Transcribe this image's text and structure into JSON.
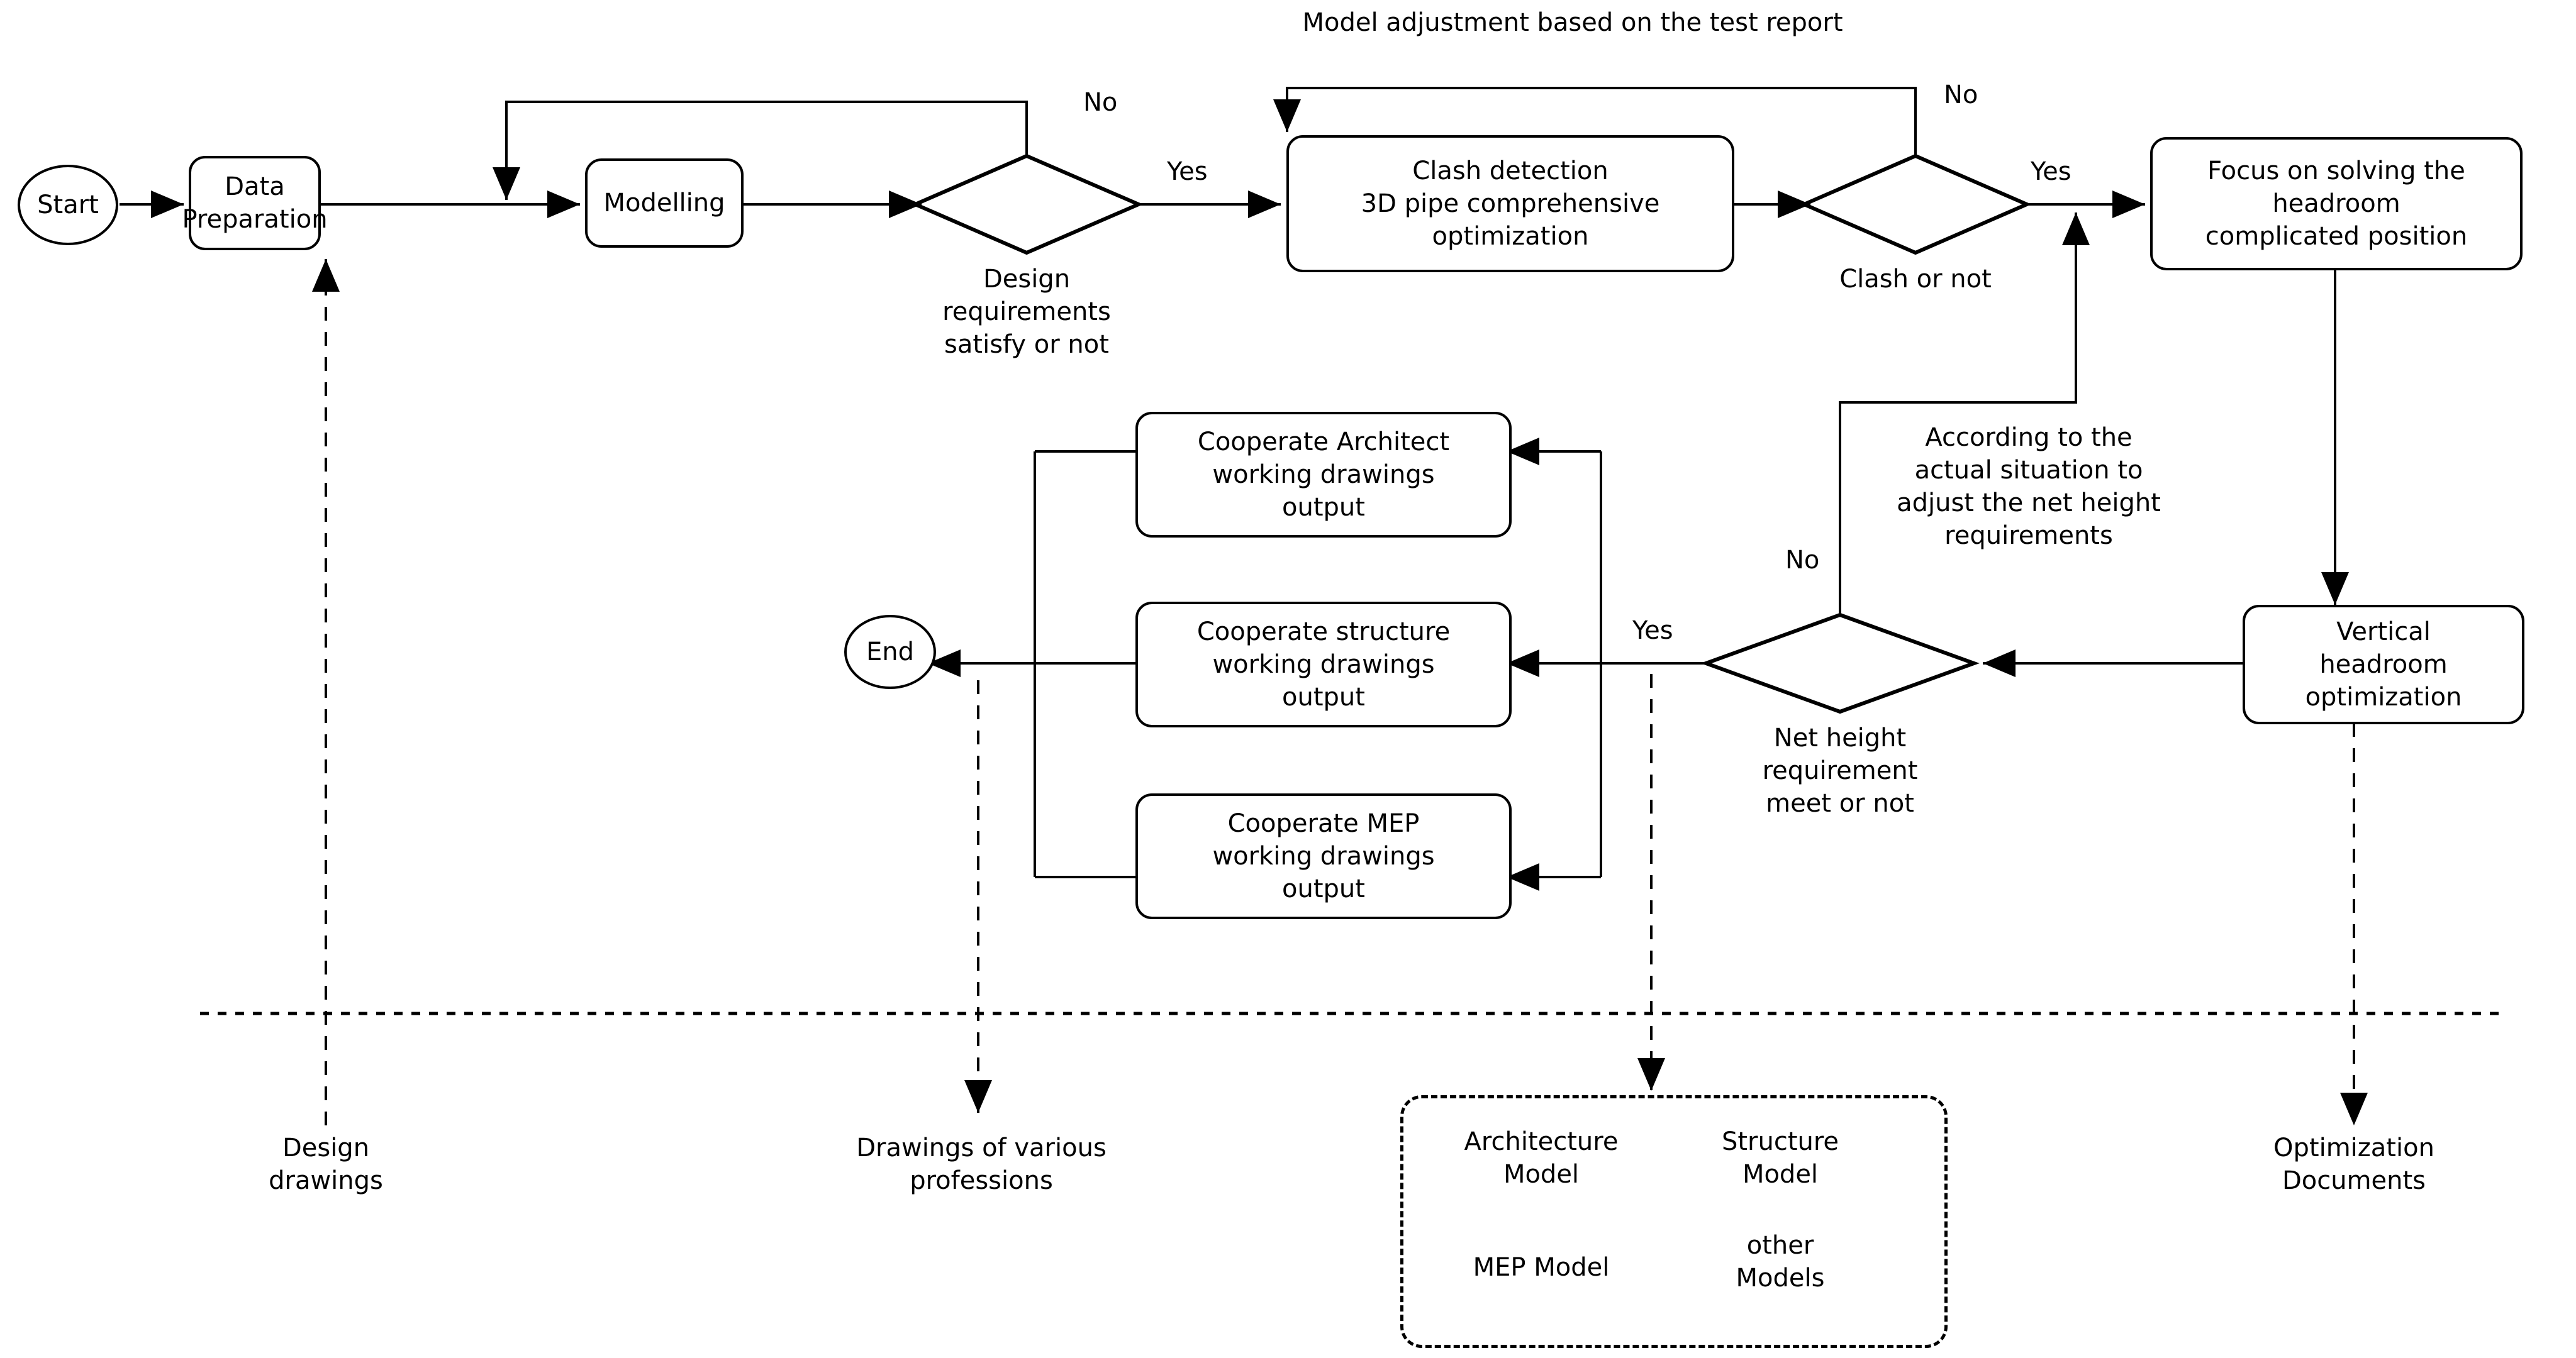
{
  "diagram": {
    "title": "BIM design workflow flowchart",
    "stroke_color": "#000000",
    "background_color": "#ffffff"
  },
  "nodes": {
    "start": "Start",
    "data_preparation": "Data\nPreparation",
    "modelling": "Modelling",
    "design_requirements": "Design\nrequirements\nsatisfy or not",
    "clash_detection": "Clash detection\n3D pipe comprehensive\noptimization",
    "clash_or_not": "Clash or not",
    "focus_headroom": "Focus on solving the\nheadroom\ncomplicated position",
    "vertical_headroom": "Vertical\nheadroom\noptimization",
    "net_height": "Net height\nrequirement\nmeet or not",
    "cooperate_architect": "Cooperate Architect\nworking drawings\noutput",
    "cooperate_structure": "Cooperate structure\nworking drawings\noutput",
    "cooperate_mep": "Cooperate MEP\nworking drawings\noutput",
    "end": "End"
  },
  "edge_labels": {
    "design_no": "No",
    "design_yes": "Yes",
    "clash_no": "No",
    "clash_yes": "Yes",
    "netheight_no": "No",
    "netheight_yes": "Yes"
  },
  "annotations": {
    "model_adjustment": "Model adjustment based on the test report",
    "according_actual": "According to the\nactual situation to\nadjust the net height\nrequirements"
  },
  "deliverables": {
    "design_drawings": "Design\ndrawings",
    "drawings_professions": "Drawings of various\nprofessions",
    "optimization_documents": "Optimization\nDocuments"
  },
  "model_group": {
    "cells": [
      "Architecture\nModel",
      "Structure\nModel",
      "MEP Model",
      "other\nModels"
    ]
  }
}
